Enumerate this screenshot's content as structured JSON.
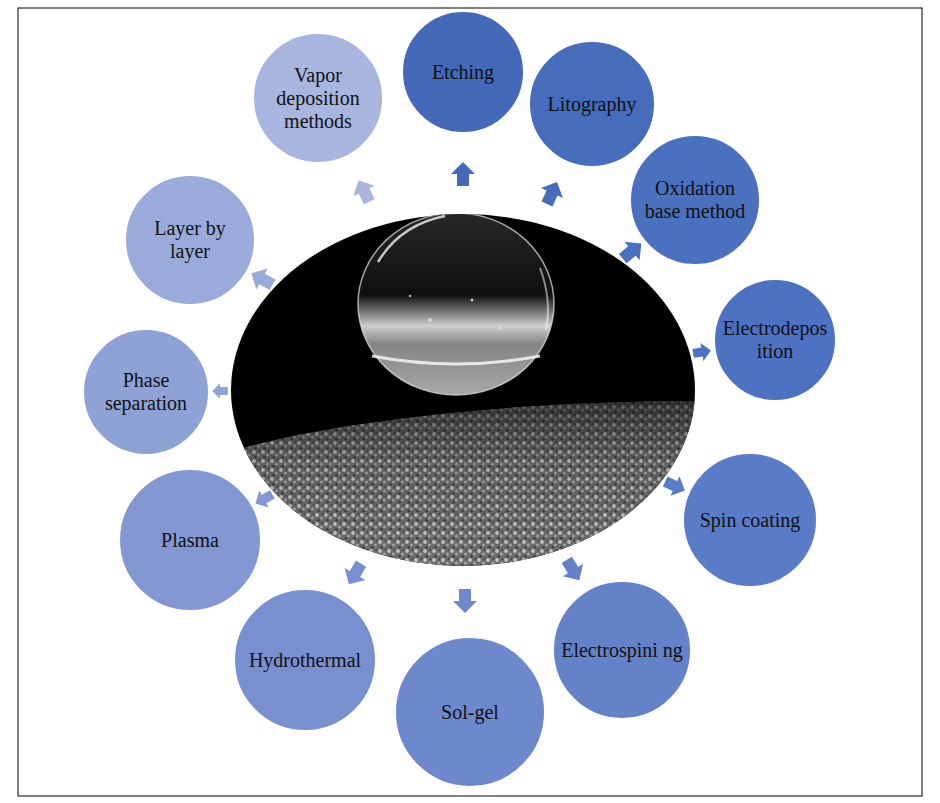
{
  "diagram": {
    "nodes": [
      {
        "text": [
          "Etching"
        ]
      },
      {
        "text": [
          "Litography"
        ]
      },
      {
        "text": [
          "Oxidation base method"
        ]
      },
      {
        "text": [
          "Electrodepos ition"
        ]
      },
      {
        "text": [
          "Spin coating"
        ]
      },
      {
        "text": [
          "Electrospini ng"
        ]
      },
      {
        "text": [
          "Sol-gel"
        ]
      },
      {
        "text": [
          "Hydrothermal"
        ]
      },
      {
        "text": [
          "Plasma"
        ]
      },
      {
        "text": [
          "Phase separation"
        ]
      },
      {
        "text": [
          "Layer by layer"
        ]
      },
      {
        "text": [
          "Vapor deposition methods"
        ]
      }
    ]
  }
}
